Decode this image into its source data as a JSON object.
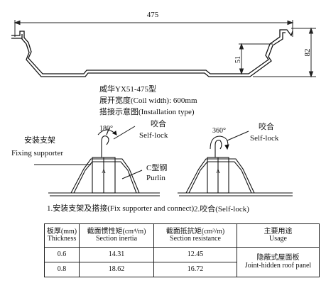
{
  "profile": {
    "width_label": "475",
    "height_label": "82",
    "rib_label": "51"
  },
  "spec": {
    "model": "威华YX51-475型",
    "coil_width": "展开宽度(Coil width): 600mm",
    "installation": "搭接示意图(Installation type)"
  },
  "install1": {
    "angle": "180°",
    "selflock_cn": "咬合",
    "selflock_en": "Self-lock",
    "fixing_cn": "安装支架",
    "fixing_en": "Fixing supporter",
    "purlin_cn": "C型钢",
    "purlin_en": "Purlin",
    "caption": "1.安装支架及搭接(Fix supporter and connect)"
  },
  "install2": {
    "angle": "360°",
    "selflock_cn": "咬合",
    "selflock_en": "Self-lock",
    "caption": "2.咬合(Self-lock)"
  },
  "table": {
    "headers": [
      {
        "cn": "板厚(mm)",
        "en": "Thickness"
      },
      {
        "cn": "截面惯性矩(cm⁴/m)",
        "en": "Section inertia"
      },
      {
        "cn": "截面抵抗矩(cm³/m)",
        "en": "Section resistance"
      },
      {
        "cn": "主要用途",
        "en": "Usage"
      }
    ],
    "rows": [
      {
        "thickness": "0.6",
        "inertia": "14.31",
        "resistance": "12.45"
      },
      {
        "thickness": "0.8",
        "inertia": "18.62",
        "resistance": "16.72"
      }
    ],
    "usage_cn": "隐蔽式屋面板",
    "usage_en": "Joint-hidden roof panel"
  }
}
